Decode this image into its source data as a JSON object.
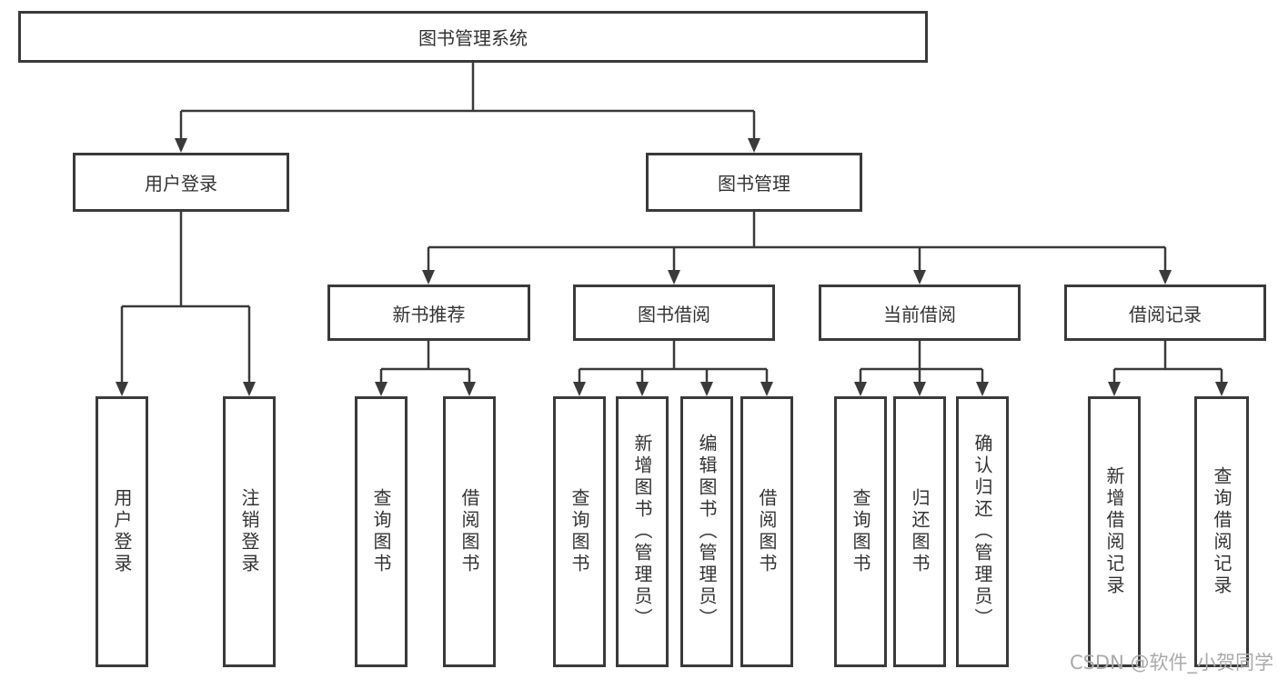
{
  "tree": {
    "root": {
      "label": "图书管理系统"
    },
    "branches": [
      {
        "label": "用户登录",
        "children": [
          {
            "label": "用户登录"
          },
          {
            "label": "注销登录"
          }
        ]
      },
      {
        "label": "图书管理",
        "children": [
          {
            "label": "新书推荐",
            "children": [
              {
                "label": "查询图书"
              },
              {
                "label": "借阅图书"
              }
            ]
          },
          {
            "label": "图书借阅",
            "children": [
              {
                "label": "查询图书"
              },
              {
                "label": "新增图书（管理员）"
              },
              {
                "label": "编辑图书（管理员）"
              },
              {
                "label": "借阅图书"
              }
            ]
          },
          {
            "label": "当前借阅",
            "children": [
              {
                "label": "查询图书"
              },
              {
                "label": "归还图书"
              },
              {
                "label": "确认归还（管理员）"
              }
            ]
          },
          {
            "label": "借阅记录",
            "children": [
              {
                "label": "新增借阅记录"
              },
              {
                "label": "查询借阅记录"
              }
            ]
          }
        ]
      }
    ]
  },
  "watermark": {
    "text": "CSDN @软件_小贺同学"
  },
  "colors": {
    "line": "#3a3a3a",
    "text": "#333333",
    "background": "#ffffff",
    "watermark": "#aaaaaa"
  }
}
